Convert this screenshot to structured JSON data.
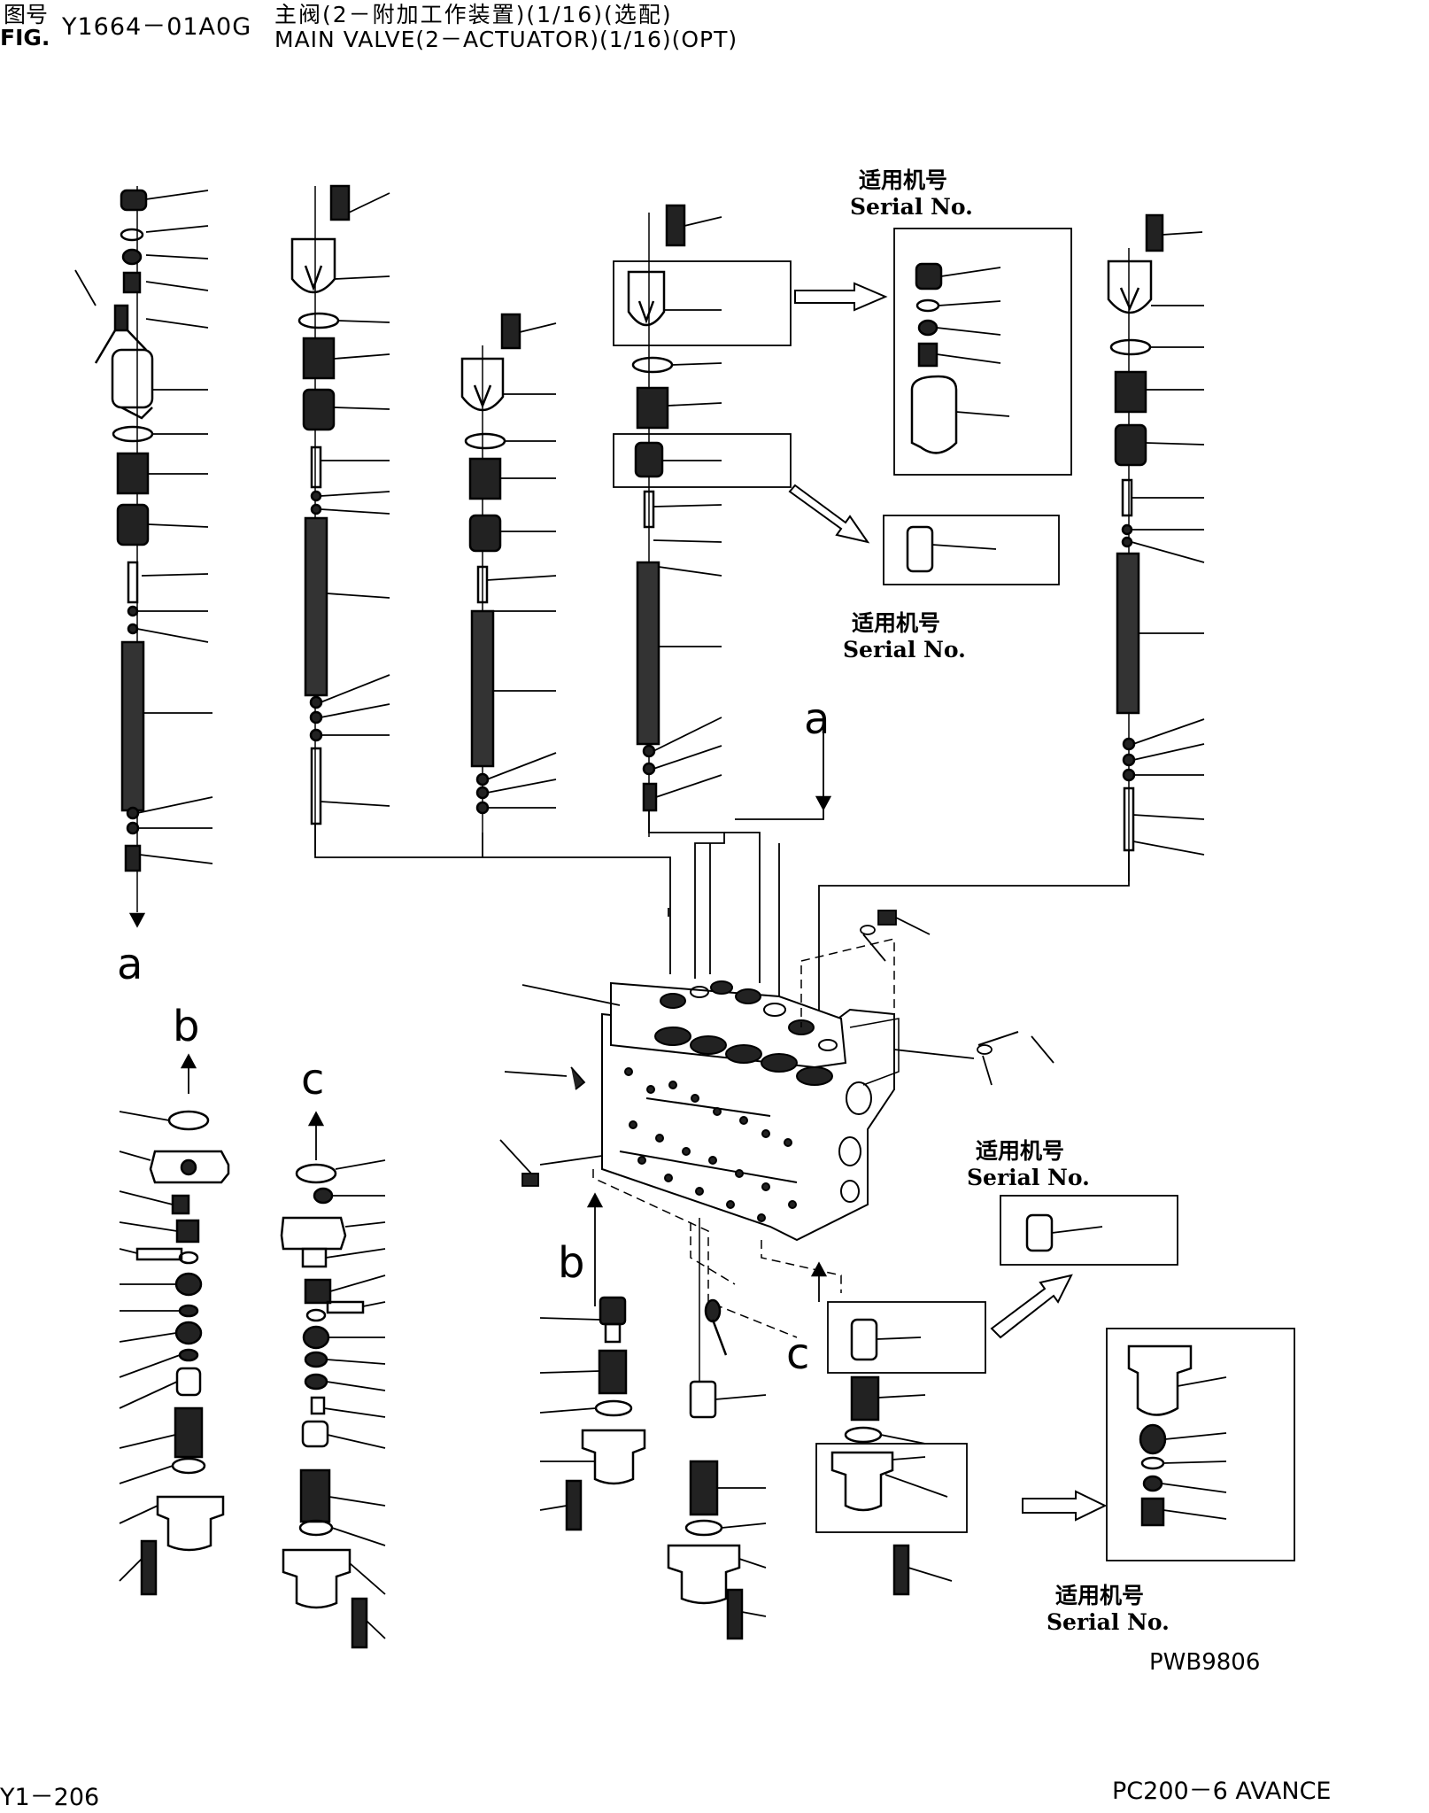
{
  "header": {
    "fig_label_cn": "图号",
    "fig_label_en": "FIG.",
    "fig_number": "Y1664－01A0G",
    "title_cn": "主阀(2－附加工作装置)(1/16)(选配)",
    "title_en": "MAIN VALVE(2－ACTUATOR)(1/16)(OPT)"
  },
  "serial_notes": [
    {
      "cn": "适用机号",
      "en": "Serial No."
    },
    {
      "cn": "适用机号",
      "en": "Serial No."
    },
    {
      "cn": "适用机号",
      "en": "Serial No."
    },
    {
      "cn": "适用机号",
      "en": "Serial No."
    }
  ],
  "connection_labels": [
    "a",
    "a",
    "b",
    "b",
    "c",
    "c"
  ],
  "drawing_code": "PWB9806",
  "footer": {
    "page": "Y1－206",
    "model": "PC200－6 AVANCE"
  }
}
